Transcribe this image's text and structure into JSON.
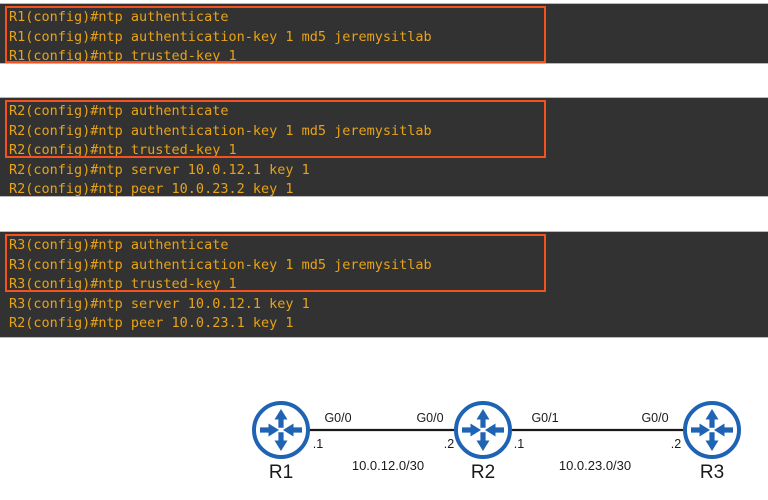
{
  "terminals": [
    {
      "id": "r1-terminal",
      "device": "R1",
      "lines": [
        "R1(config)#ntp authenticate",
        "R1(config)#ntp authentication-key 1 md5 jeremysitlab",
        "R1(config)#ntp trusted-key 1"
      ],
      "highlight": {
        "from_line": 0,
        "to_line": 2,
        "color": "#f4511e"
      }
    },
    {
      "id": "r2-terminal",
      "device": "R2",
      "lines": [
        "R2(config)#ntp authenticate",
        "R2(config)#ntp authentication-key 1 md5 jeremysitlab",
        "R2(config)#ntp trusted-key 1",
        "R2(config)#ntp server 10.0.12.1 key 1",
        "R2(config)#ntp peer 10.0.23.2 key 1"
      ],
      "highlight": {
        "from_line": 0,
        "to_line": 2,
        "color": "#f4511e"
      }
    },
    {
      "id": "r3-terminal",
      "device": "R3",
      "lines": [
        "R3(config)#ntp authenticate",
        "R3(config)#ntp authentication-key 1 md5 jeremysitlab",
        "R3(config)#ntp trusted-key 1",
        "R3(config)#ntp server 10.0.12.1 key 1",
        "R2(config)#ntp peer 10.0.23.1 key 1"
      ],
      "highlight": {
        "from_line": 0,
        "to_line": 2,
        "color": "#f4511e"
      }
    }
  ],
  "terminal_style": {
    "background": "#323232",
    "text_color": "#e8a317"
  },
  "diagram": {
    "routers": [
      {
        "name": "R1",
        "label": "R1"
      },
      {
        "name": "R2",
        "label": "R2"
      },
      {
        "name": "R3",
        "label": "R3"
      }
    ],
    "links": [
      {
        "subnet": "10.0.12.0/30",
        "left_interface": "G0/0",
        "left_ip": ".1",
        "right_interface": "G0/0",
        "right_ip": ".2"
      },
      {
        "subnet": "10.0.23.0/30",
        "left_interface": "G0/1",
        "left_ip": ".1",
        "right_interface": "G0/0",
        "right_ip": ".2"
      }
    ],
    "icon_color": "#1f63b4",
    "link_color": "#1a1a1a"
  }
}
